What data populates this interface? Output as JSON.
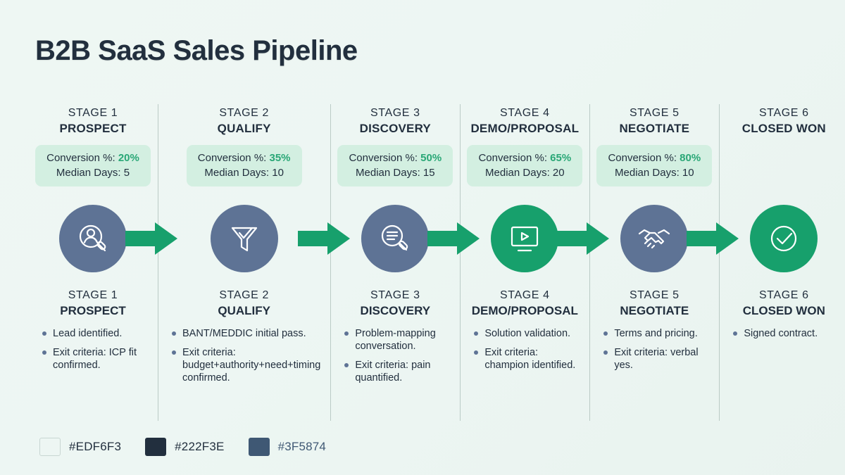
{
  "title": "B2B SaaS Sales Pipeline",
  "labels": {
    "conversion_prefix": "Conversion %: ",
    "median_prefix": "Median Days: "
  },
  "colors": {
    "background": "#EDF6F3",
    "text_dark": "#222F3E",
    "slate_blue": "#3F5874",
    "accent_green": "#17A06C",
    "metric_green": "#29A776",
    "pill_bg": "#D3EFE1"
  },
  "stages": [
    {
      "number": "STAGE 1",
      "name": "PROSPECT",
      "conversion": "20%",
      "median_days": "5",
      "has_metrics": true,
      "circle_color": "slate",
      "icon": "person-search-icon",
      "bullets": [
        "Lead identified.",
        "Exit criteria: ICP fit confirmed."
      ]
    },
    {
      "number": "STAGE 2",
      "name": "QUALIFY",
      "conversion": "35%",
      "median_days": "10",
      "has_metrics": true,
      "circle_color": "slate",
      "icon": "funnel-check-icon",
      "bullets": [
        "BANT/MEDDIC initial pass.",
        "Exit criteria: budget+authority+need+timing confirmed."
      ]
    },
    {
      "number": "STAGE 3",
      "name": "DISCOVERY",
      "conversion": "50%",
      "median_days": "15",
      "has_metrics": true,
      "circle_color": "slate",
      "icon": "document-search-icon",
      "bullets": [
        "Problem-mapping conversation.",
        "Exit criteria: pain quantified."
      ]
    },
    {
      "number": "STAGE 4",
      "name": "DEMO/PROPOSAL",
      "conversion": "65%",
      "median_days": "20",
      "has_metrics": true,
      "circle_color": "green",
      "icon": "monitor-play-icon",
      "bullets": [
        "Solution validation.",
        "Exit criteria: champion identified."
      ]
    },
    {
      "number": "STAGE 5",
      "name": "NEGOTIATE",
      "conversion": "80%",
      "median_days": "10",
      "has_metrics": true,
      "circle_color": "slate",
      "icon": "handshake-icon",
      "bullets": [
        "Terms and pricing.",
        "Exit criteria: verbal yes."
      ]
    },
    {
      "number": "STAGE 6",
      "name": "CLOSED WON",
      "conversion": "",
      "median_days": "",
      "has_metrics": false,
      "circle_color": "green",
      "icon": "check-circle-icon",
      "bullets": [
        "Signed contract."
      ]
    }
  ],
  "legend": [
    {
      "hex": "#EDF6F3",
      "style": "light"
    },
    {
      "hex": "#222F3E",
      "style": "dark"
    },
    {
      "hex": "#3F5874",
      "style": "blue"
    }
  ]
}
